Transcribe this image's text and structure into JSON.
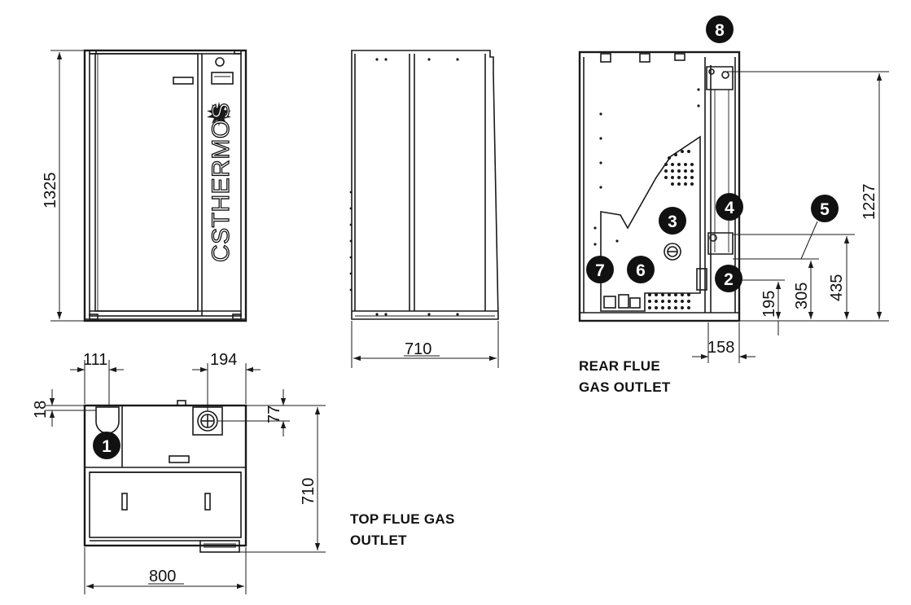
{
  "brand": {
    "logo_text": "CSTHERMOS"
  },
  "dimensions": {
    "front_height": "1325",
    "side_width": "710",
    "rear_height_total": "1227",
    "rear_435": "435",
    "rear_305": "305",
    "rear_195": "195",
    "rear_158": "158",
    "top_111": "111",
    "top_194": "194",
    "top_18": "18",
    "top_77": "77",
    "top_depth": "710",
    "top_width": "800"
  },
  "captions": {
    "rear_line1": "REAR FLUE",
    "rear_line2": "GAS OUTLET",
    "top_line1": "TOP FLUE GAS",
    "top_line2": "OUTLET"
  },
  "markers": [
    "1",
    "2",
    "3",
    "4",
    "5",
    "6",
    "7",
    "8"
  ]
}
